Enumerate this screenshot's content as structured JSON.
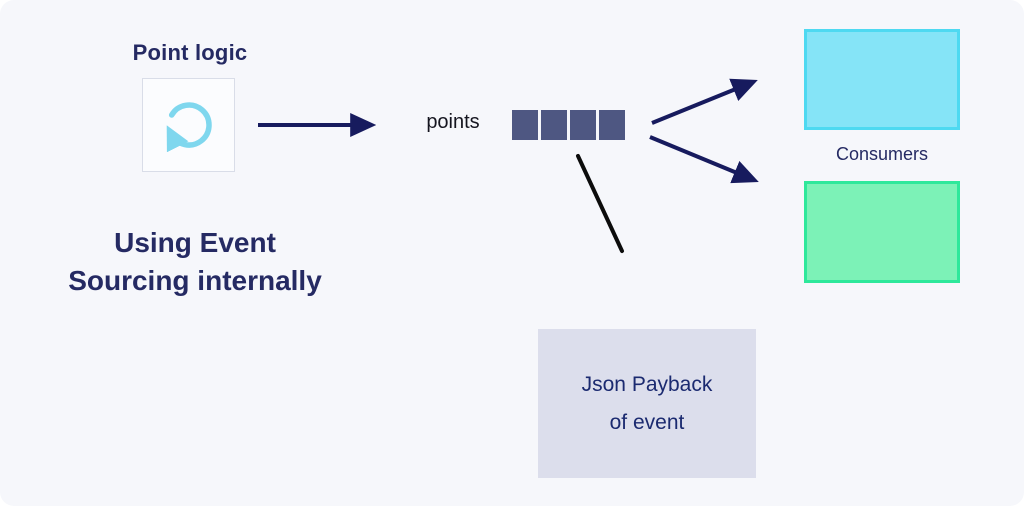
{
  "diagram": {
    "point_logic_label": "Point logic",
    "caption_line1": "Using Event",
    "caption_line2": "Sourcing internally",
    "points_label": "points",
    "queue": {
      "count": 4
    },
    "consumers_label": "Consumers",
    "json_payback_line1": "Json Payback",
    "json_payback_line2": "of event",
    "colors": {
      "canvas": "#f6f7fb",
      "navy_text": "#252a63",
      "arrow": "#171b5e",
      "black_line": "#0c0c0c",
      "queue_square": "#4e5782",
      "refresh_icon": "#7fd7ee",
      "consumer_top_fill": "#85e4f7",
      "consumer_top_border": "#4ed9f1",
      "consumer_bottom_fill": "#7cf2b7",
      "consumer_bottom_border": "#2ee89b",
      "payback_panel": "#dcdeec"
    }
  }
}
